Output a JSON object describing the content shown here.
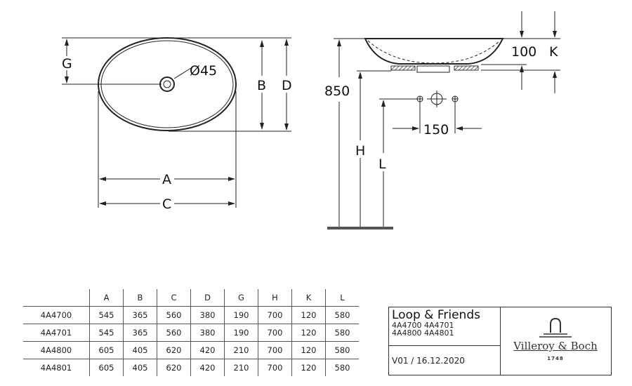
{
  "drawing": {
    "top_view": {
      "drain_label": "Ø45",
      "labels": {
        "G": "G",
        "B": "B",
        "D": "D",
        "A": "A",
        "C": "C"
      }
    },
    "side_view": {
      "height_total": "850",
      "H": "H",
      "L": "L",
      "tap_spacing": "150",
      "depth": "100",
      "K": "K"
    }
  },
  "table": {
    "headers": [
      "",
      "A",
      "B",
      "C",
      "D",
      "G",
      "H",
      "K",
      "L"
    ],
    "rows": [
      [
        "4A4700",
        "545",
        "365",
        "560",
        "380",
        "190",
        "700",
        "120",
        "580"
      ],
      [
        "4A4701",
        "545",
        "365",
        "560",
        "380",
        "190",
        "700",
        "120",
        "580"
      ],
      [
        "4A4800",
        "605",
        "405",
        "620",
        "420",
        "210",
        "700",
        "120",
        "580"
      ],
      [
        "4A4801",
        "605",
        "405",
        "620",
        "420",
        "210",
        "700",
        "120",
        "580"
      ]
    ]
  },
  "title_block": {
    "title": "Loop & Friends",
    "codes_line1": "4A4700 4A4701",
    "codes_line2": "4A4800 4A4801",
    "version": "V01 / 16.12.2020",
    "brand": "Villeroy & Boch",
    "brand_year": "1748"
  }
}
